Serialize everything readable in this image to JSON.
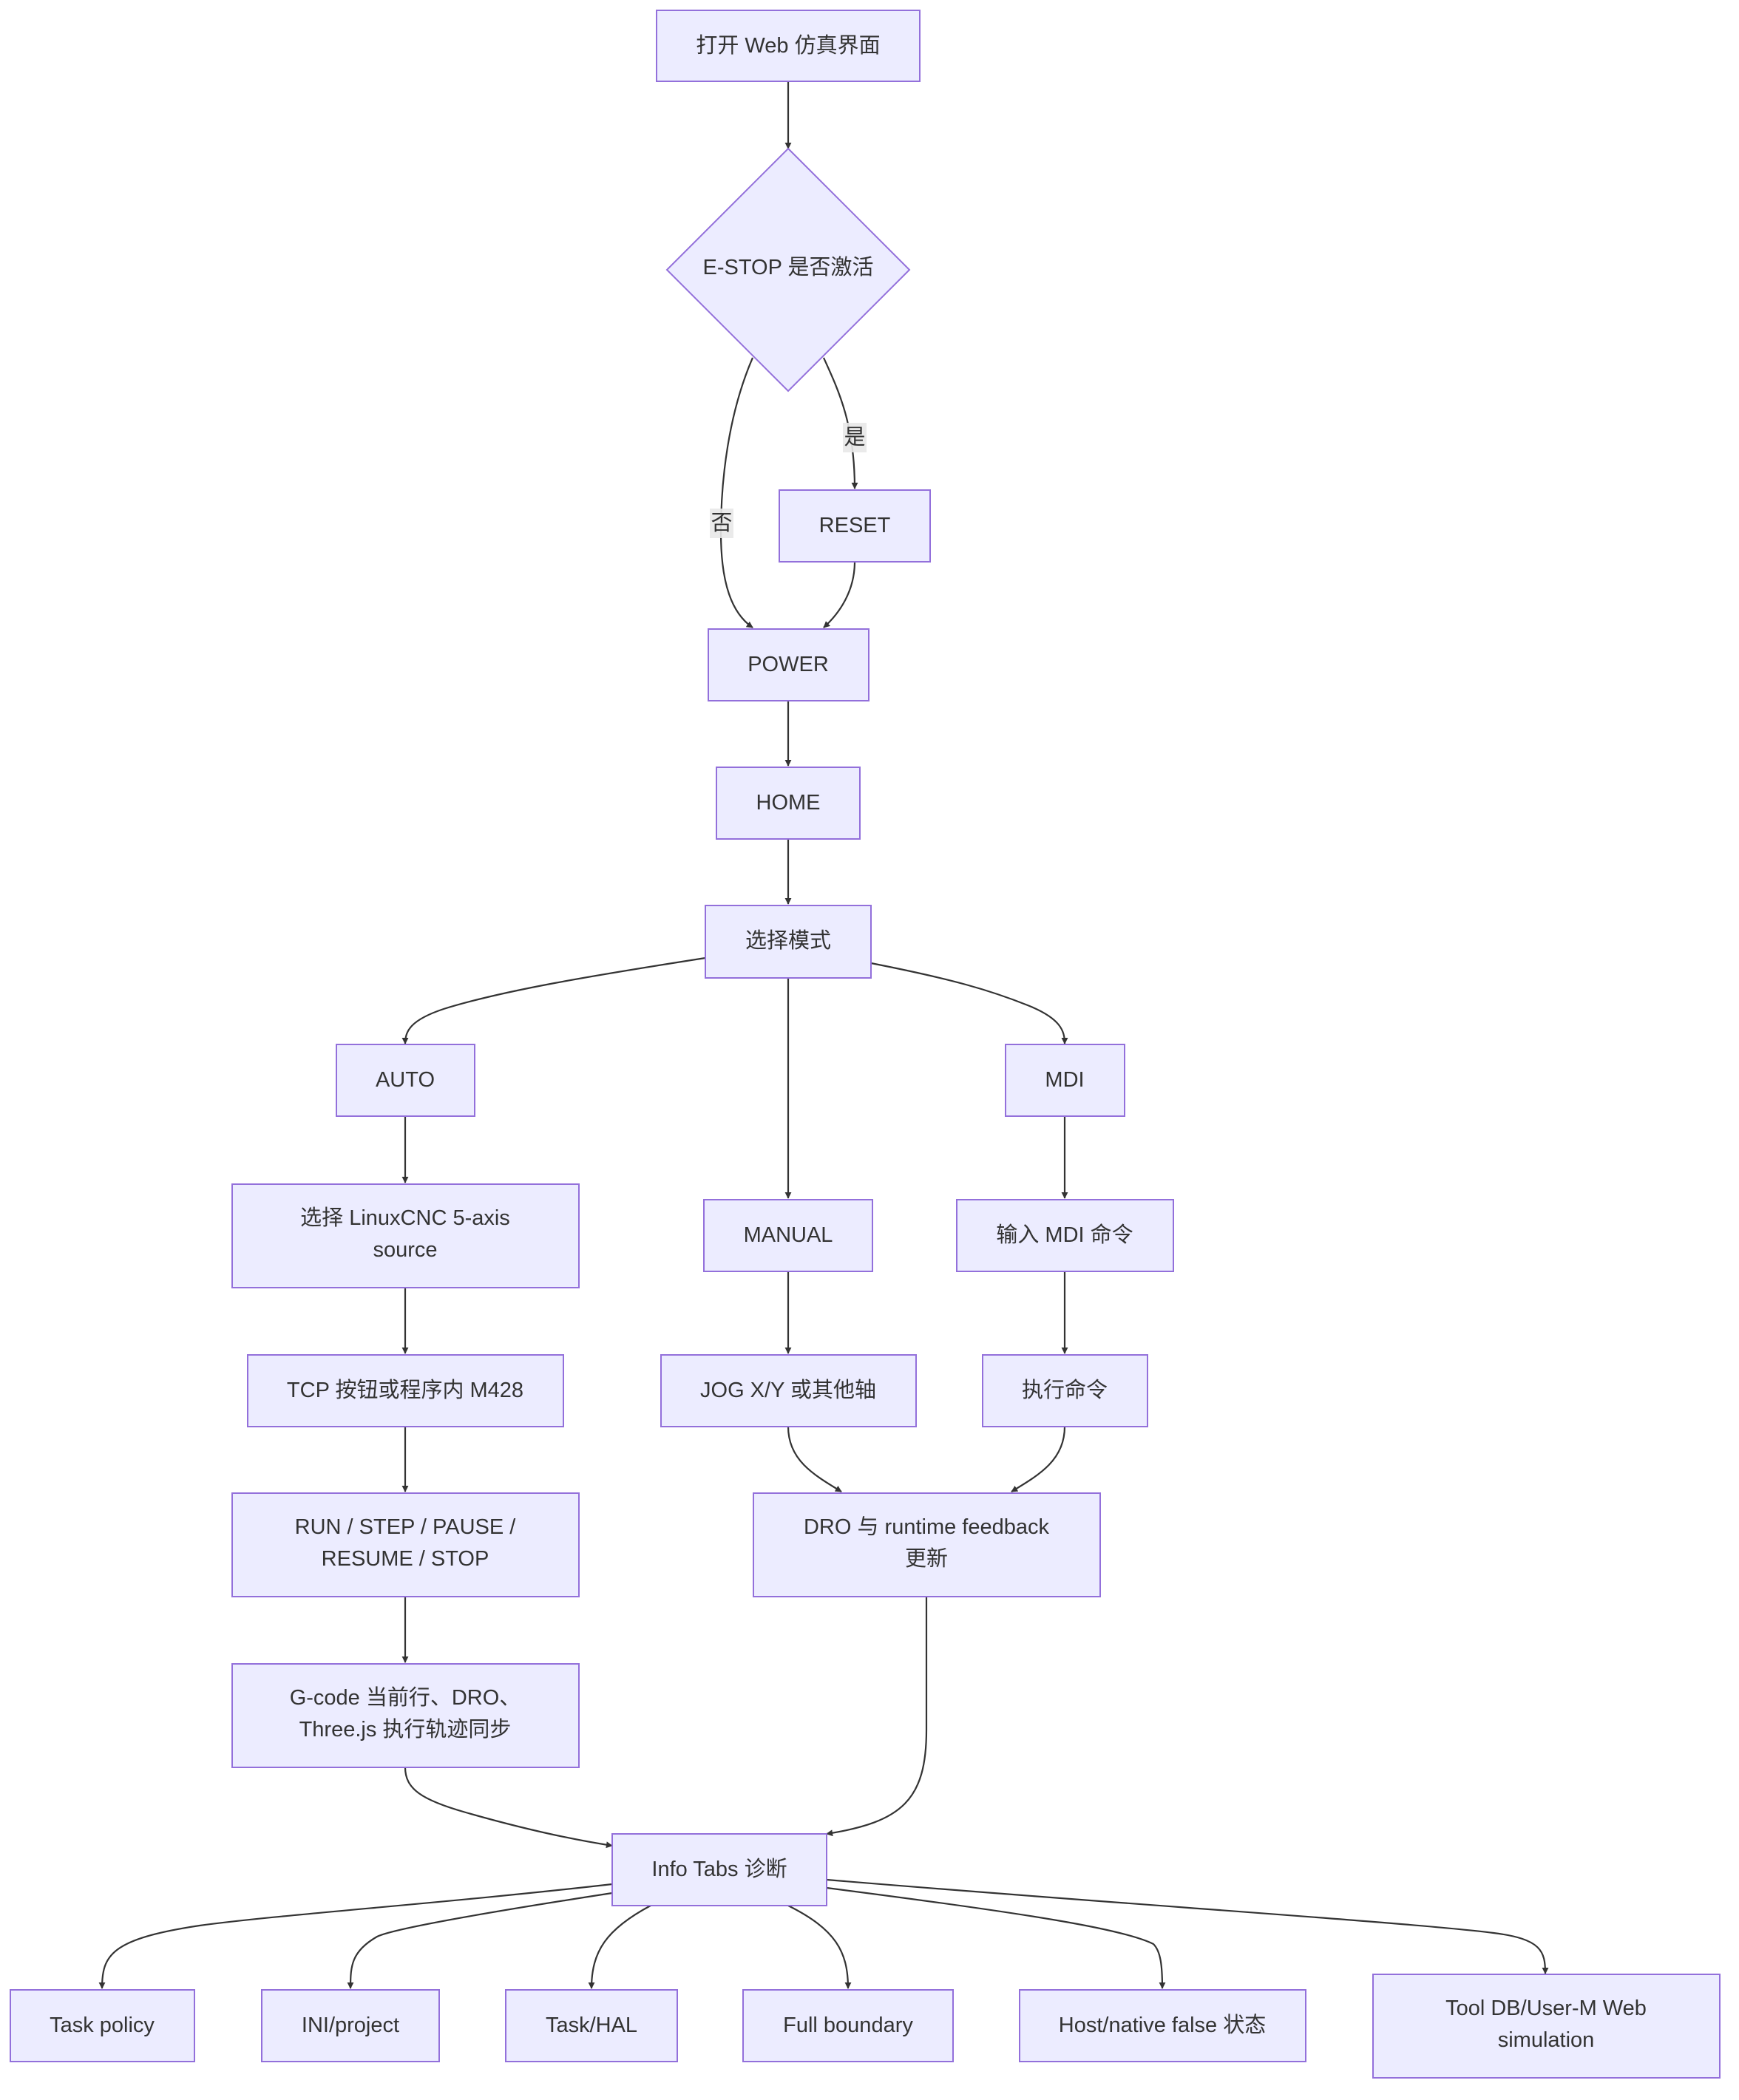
{
  "nodes": {
    "open_web": "打开 Web 仿真界面",
    "estop": "E-STOP 是否激活",
    "reset": "RESET",
    "power": "POWER",
    "home": "HOME",
    "select_mode": "选择模式",
    "auto": "AUTO",
    "manual": "MANUAL",
    "mdi": "MDI",
    "select_source": [
      "选择 LinuxCNC 5-axis",
      "source"
    ],
    "tcp": "TCP 按钮或程序内 M428",
    "run": [
      "RUN / STEP / PAUSE /",
      "RESUME / STOP"
    ],
    "gcode": [
      "G-code 当前行、DRO、",
      "Three.js 执行轨迹同步"
    ],
    "jog": "JOG X/Y 或其他轴",
    "mdi_input": "输入 MDI 命令",
    "exec": "执行命令",
    "dro": [
      "DRO 与 runtime feedback",
      "更新"
    ],
    "info_tabs": "Info Tabs 诊断",
    "task_policy": "Task policy",
    "ini_project": "INI/project",
    "task_hal": "Task/HAL",
    "full_boundary": "Full boundary",
    "host_native": "Host/native false 状态",
    "tool_db": [
      "Tool DB/User-M Web",
      "simulation"
    ]
  },
  "edge_labels": {
    "no": "否",
    "yes": "是"
  },
  "colors": {
    "node_fill": "#ECECFF",
    "node_stroke": "#9370DB",
    "edge": "#333333",
    "text": "#333333"
  }
}
